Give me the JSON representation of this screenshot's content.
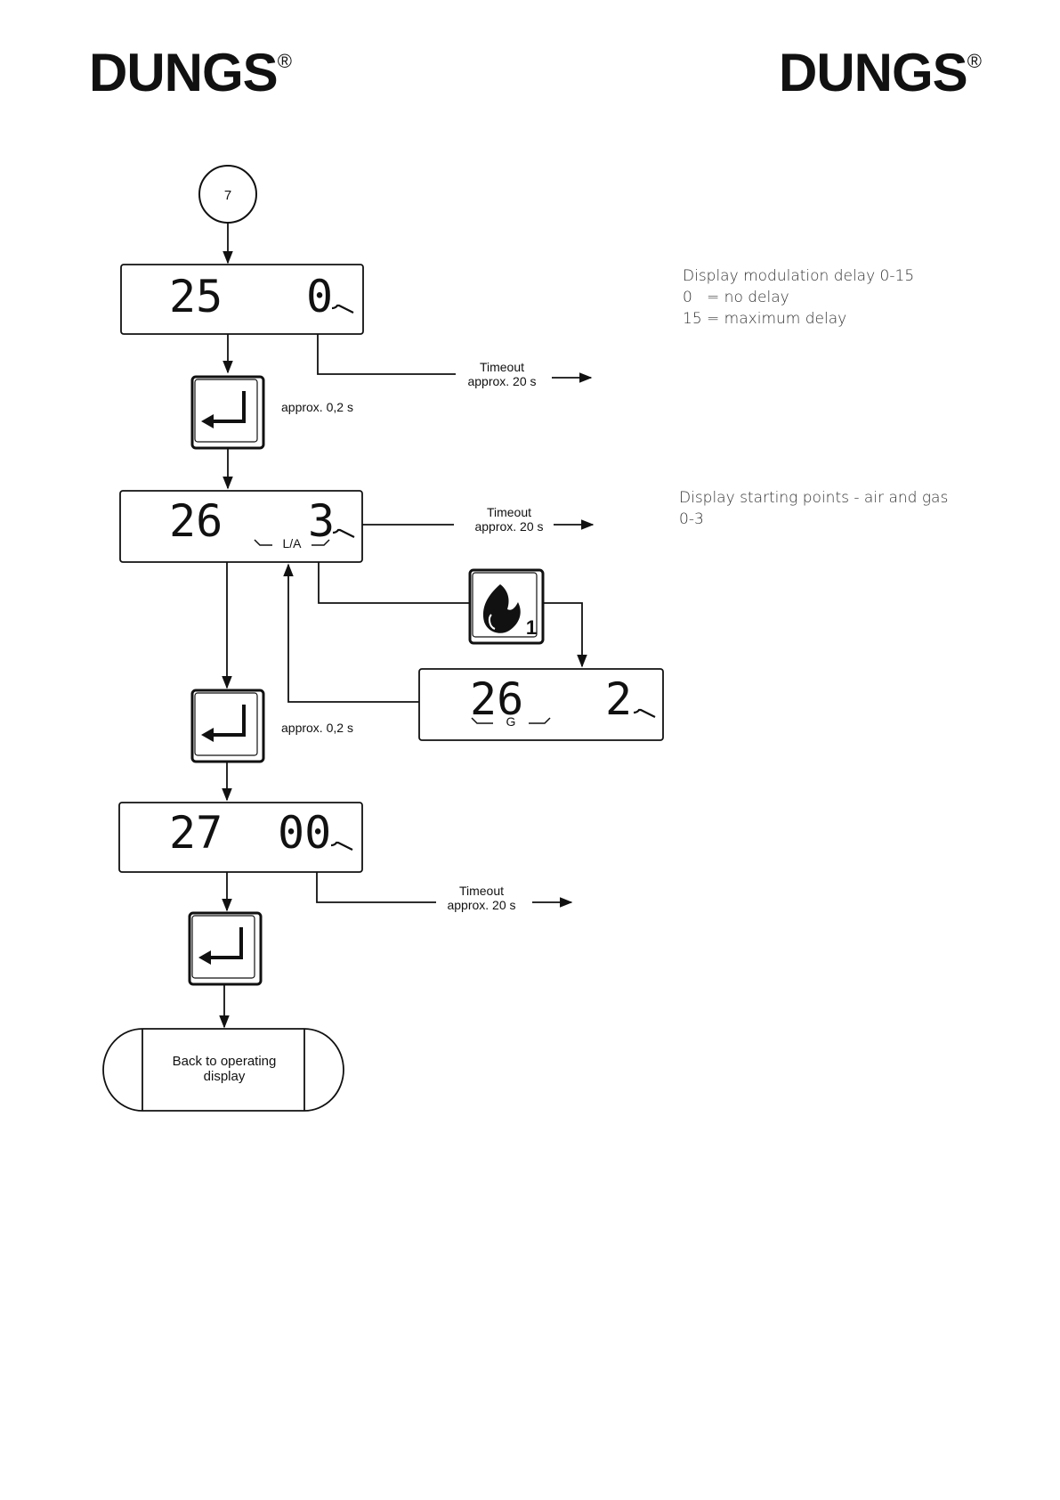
{
  "header": {
    "logo_left": "DUNGS",
    "logo_right": "DUNGS",
    "registered_mark": "®"
  },
  "flow": {
    "start_connector": "7",
    "display_25": {
      "param": "25",
      "value": "0"
    },
    "display_26": {
      "param": "26",
      "value": "3",
      "sublabel": "L/A"
    },
    "display_26_gas": {
      "param": "26",
      "value": "2",
      "sublabel": "G"
    },
    "display_27": {
      "param": "27",
      "value": "00"
    },
    "enter_delay_label": "approx. 0,2 s",
    "timeout_label": "Timeout",
    "timeout_time": "approx. 20 s",
    "flame_button_number": "1",
    "end_line1": "Back to operating",
    "end_line2": "display"
  },
  "descriptions": {
    "modulation": {
      "line1": "Display modulation delay 0-15",
      "line2": "0   = no delay",
      "line3": "15 = maximum delay"
    },
    "starting_points": {
      "line1": "Display starting points - air and gas",
      "line2": "0-3"
    }
  }
}
